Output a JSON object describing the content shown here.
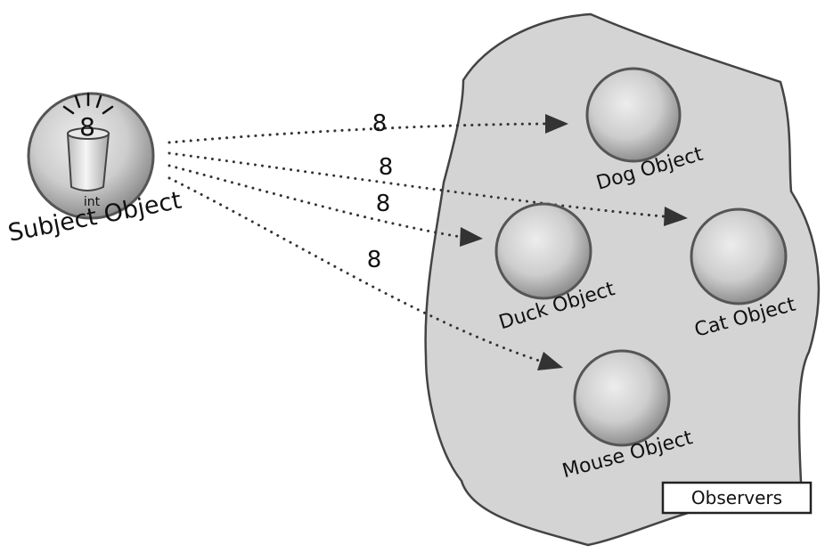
{
  "subject": {
    "label": "Subject Object",
    "value": "8",
    "type_label": "int"
  },
  "observers_group_label": "Observers",
  "observers": [
    {
      "id": "dog",
      "label": "Dog Object"
    },
    {
      "id": "cat",
      "label": "Cat Object"
    },
    {
      "id": "duck",
      "label": "Duck Object"
    },
    {
      "id": "mouse",
      "label": "Mouse Object"
    }
  ],
  "messages": [
    {
      "to": "dog",
      "value": "8"
    },
    {
      "to": "cat",
      "value": "8"
    },
    {
      "to": "duck",
      "value": "8"
    },
    {
      "to": "mouse",
      "value": "8"
    }
  ],
  "colors": {
    "blob_fill": "#d4d4d4",
    "sphere": "#c8c8c8",
    "stroke": "#444444"
  }
}
